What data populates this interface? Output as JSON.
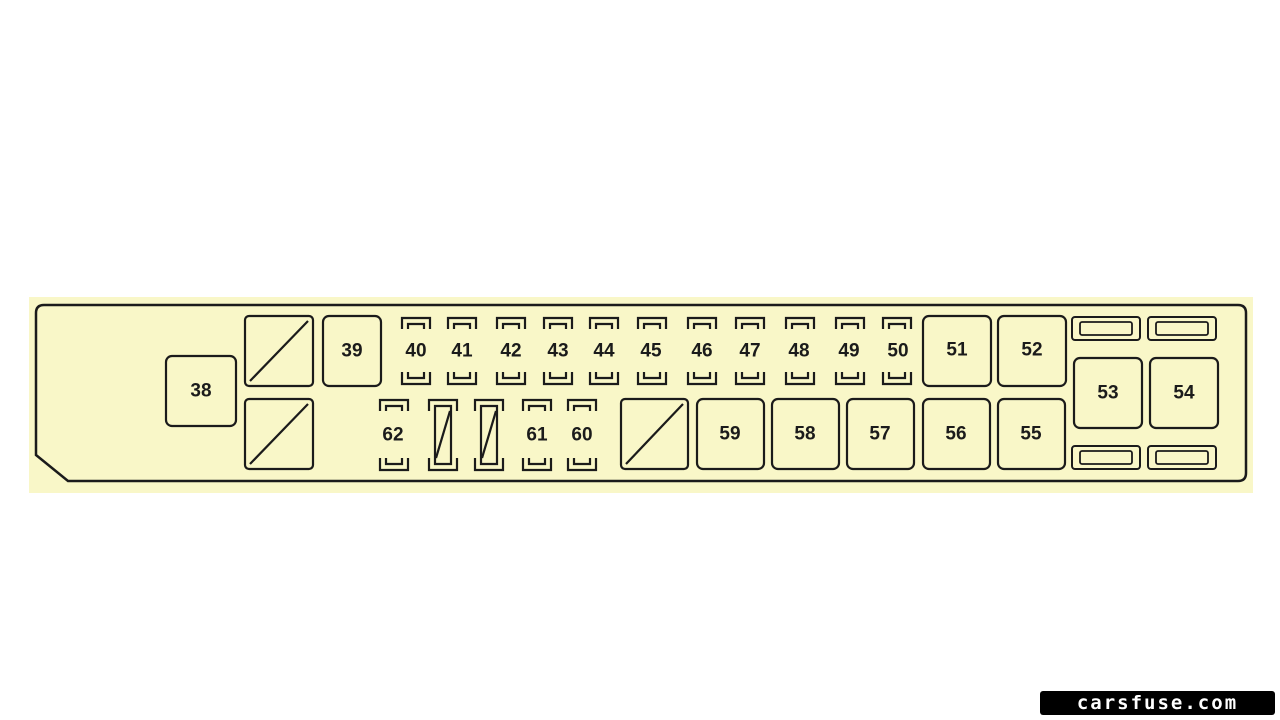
{
  "colors": {
    "panel_fill": "#f9f7c8",
    "stroke": "#1b1b1b",
    "page_background": "#ffffff",
    "watermark_bg": "#000000",
    "watermark_text": "#ffffff"
  },
  "fuse_box": {
    "relays": {
      "r38": "38",
      "r39": "39",
      "r51": "51",
      "r52": "52",
      "r53": "53",
      "r54": "54",
      "r55": "55",
      "r56": "56",
      "r57": "57",
      "r58": "58",
      "r59": "59"
    },
    "fuses": {
      "f40": "40",
      "f41": "41",
      "f42": "42",
      "f43": "43",
      "f44": "44",
      "f45": "45",
      "f46": "46",
      "f47": "47",
      "f48": "48",
      "f49": "49",
      "f50": "50",
      "f60": "60",
      "f61": "61",
      "f62": "62"
    },
    "empty_relay_slots": 3,
    "empty_fuse_slots": 2,
    "maxi_fuse_slots": 4
  },
  "watermark": {
    "text": "carsfuse.com"
  }
}
